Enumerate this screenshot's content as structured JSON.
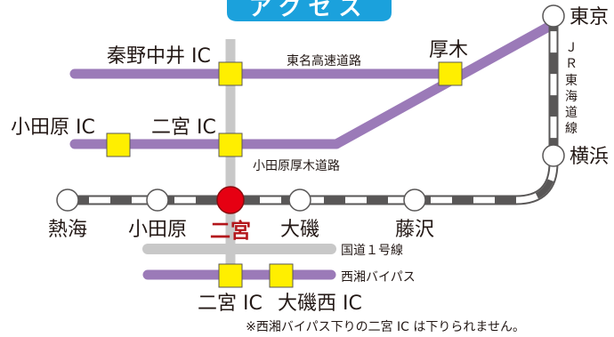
{
  "title": "アクセス",
  "colors": {
    "banner": "#1ba1dc",
    "expressway": "#9b7ab8",
    "national_road": "#c8c8c8",
    "rail_dark": "#595757",
    "rail_light": "#ffffff",
    "interchange": "#ffef00",
    "current_station": "#e60012",
    "current_label": "#b3161b"
  },
  "roads": {
    "tomei": "東名高速道路",
    "odawara_atsugi": "小田原厚木道路",
    "route1": "国道１号線",
    "seisho": "西湘バイパス"
  },
  "railways": {
    "jr_line_chars": [
      "Ｊ",
      "Ｒ",
      "東",
      "海",
      "道",
      "線"
    ]
  },
  "stations": {
    "atami": "熱海",
    "odawara": "小田原",
    "ninomiya": "二宮",
    "oiso": "大磯",
    "fujisawa": "藤沢",
    "yokohama": "横浜",
    "tokyo": "東京"
  },
  "interchanges": {
    "hadano_nakai": "秦野中井 IC",
    "atsugi": "厚木",
    "odawara": "小田原 IC",
    "ninomiya_north": "二宮 IC",
    "ninomiya_south": "二宮 IC",
    "oiso_west": "大磯西 IC"
  },
  "note": "※西湘バイパス下りの二宮 IC は下りられません。"
}
